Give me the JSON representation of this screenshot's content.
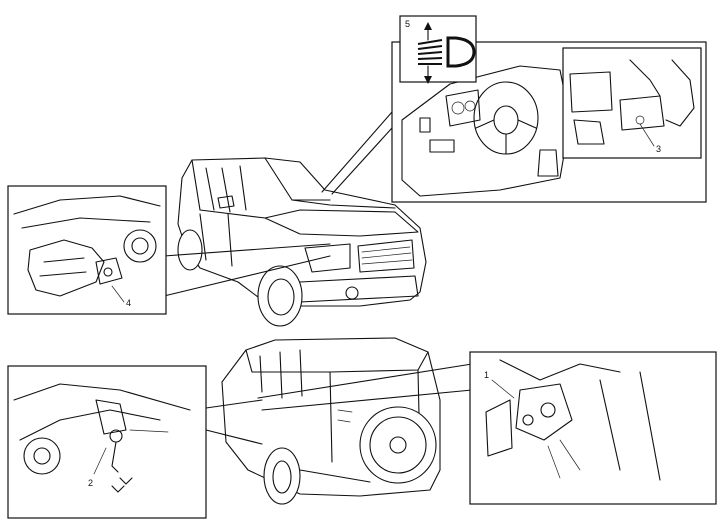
{
  "callouts": {
    "c1": "1",
    "c2": "2",
    "c3": "3",
    "c4": "4",
    "c5": "5"
  },
  "icons": {
    "headlight_leveling": "headlight-leveling-switch-icon"
  }
}
